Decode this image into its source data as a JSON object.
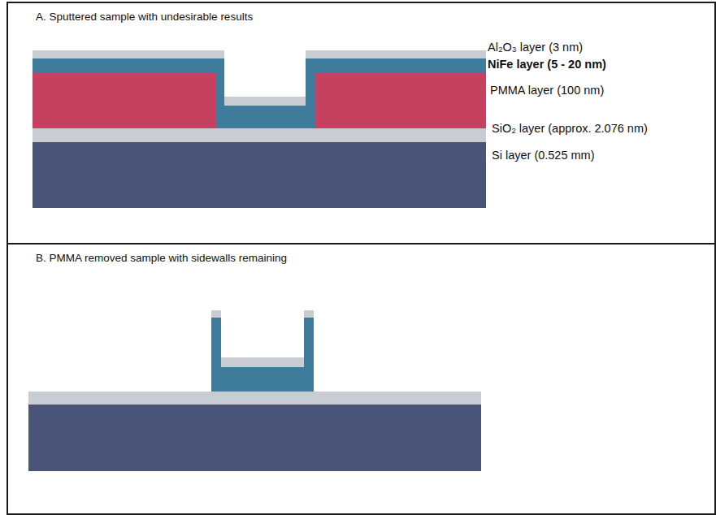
{
  "diagram": {
    "nodes": [
      {
        "text": [
          "A. Sputtered sample with undesirable results"
        ]
      },
      {
        "text": [
          "B. PMMA removed sample with sidewalls remaining"
        ]
      }
    ],
    "labels": [
      "Al₂O₃ layer (3 nm)",
      "NiFe layer (5 - 20 nm)",
      "PMMA layer (100 nm)",
      "SiO₂ layer (approx. 2.076 nm)",
      "Si layer (0.525 mm)"
    ]
  }
}
